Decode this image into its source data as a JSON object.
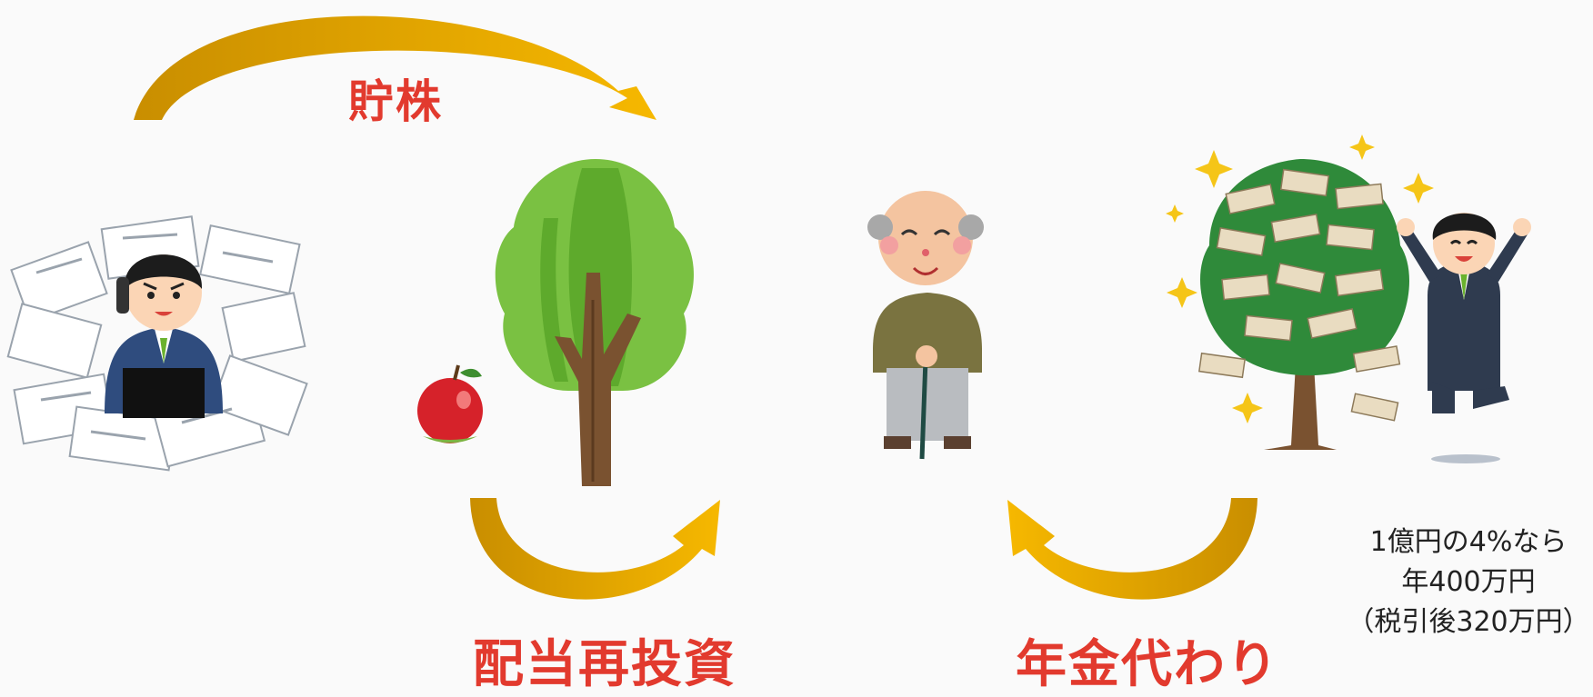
{
  "labels": {
    "savings": "貯株",
    "reinvest": "配当再投資",
    "pension": "年金代わり"
  },
  "note": {
    "line1": "1億円の4%なら",
    "line2": "年400万円",
    "line3": "（税引後320万円）"
  },
  "colors": {
    "arrow_dark": "#c98e00",
    "arrow_light": "#f5b400",
    "label_red": "#e23a2e"
  }
}
